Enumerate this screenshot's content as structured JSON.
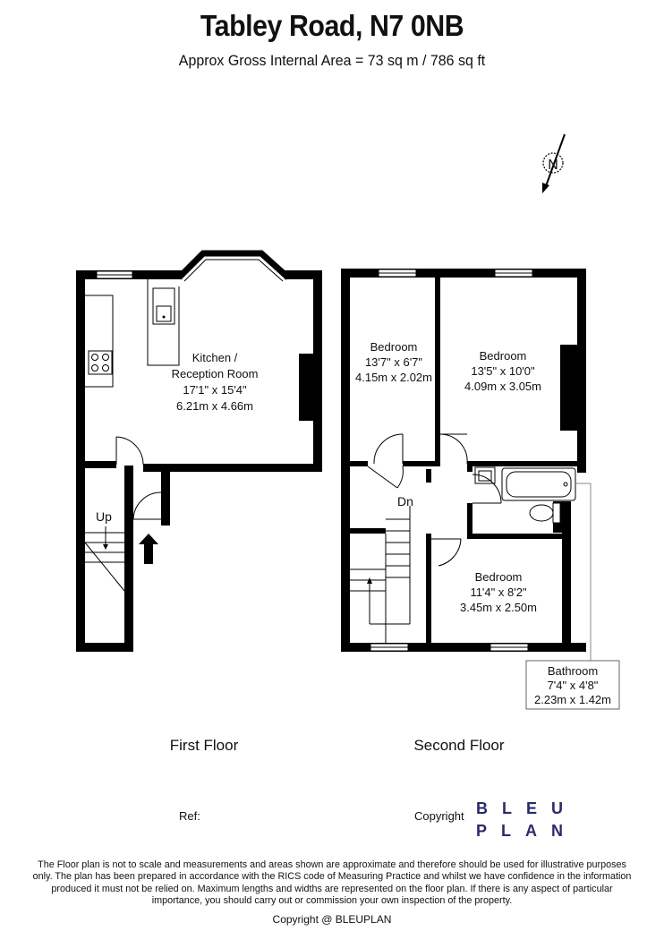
{
  "header": {
    "title": "Tabley Road, N7 0NB",
    "subtitle": "Approx Gross Internal Area = 73 sq m / 786 sq ft"
  },
  "compass": {
    "letter": "N"
  },
  "first_floor": {
    "label": "First Floor",
    "kitchen": {
      "name_1": "Kitchen /",
      "name_2": "Reception Room",
      "imperial": "17'1\" x 15'4\"",
      "metric": "6.21m x 4.66m"
    },
    "stairs_label": "Up"
  },
  "second_floor": {
    "label": "Second Floor",
    "bedroom_1": {
      "name": "Bedroom",
      "imperial": "13'7\" x 6'7\"",
      "metric": "4.15m x 2.02m"
    },
    "bedroom_2": {
      "name": "Bedroom",
      "imperial": "13'5\" x 10'0\"",
      "metric": "4.09m x 3.05m"
    },
    "bedroom_3": {
      "name": "Bedroom",
      "imperial": "11'4\" x 8'2\"",
      "metric": "3.45m x 2.50m"
    },
    "bathroom": {
      "name": "Bathroom",
      "imperial": "7'4\" x 4'8\"",
      "metric": "2.23m x 1.42m"
    },
    "stairs_label": "Dn"
  },
  "footer": {
    "ref_label": "Ref:",
    "copyright_label": "Copyright",
    "logo_top": "BLEU",
    "logo_bottom": "PLAN",
    "disclaimer": "The Floor plan is not to scale and measurements and areas shown are approximate and therefore should be used for illustrative purposes only. The plan has been prepared in accordance with the RICS code of Measuring Practice and whilst we have confidence in the information produced it must not be relied on. Maximum lengths and widths are represented on the floor plan. If there is any aspect of particular importance, you should carry out or commission your own inspection of the property.",
    "copyright_line": "Copyright @ BLEUPLAN"
  },
  "colors": {
    "wall": "#000000",
    "logo": "#2b2a6b"
  }
}
